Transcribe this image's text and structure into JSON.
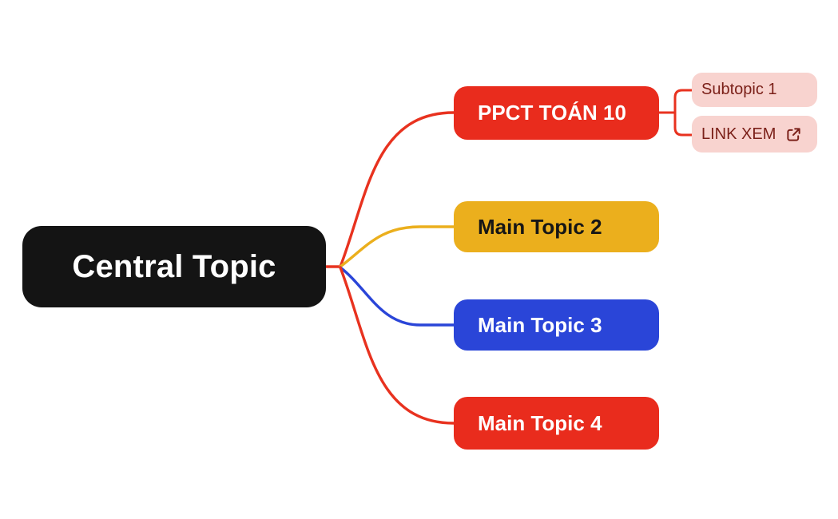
{
  "diagram": {
    "type": "mindmap",
    "background": "#ffffff",
    "central": {
      "label": "Central Topic",
      "bg": "#141414",
      "color": "#ffffff"
    },
    "topics": [
      {
        "label": "PPCT TOÁN 10",
        "bg": "#E92C1D",
        "color": "#ffffff"
      },
      {
        "label": "Main Topic 2",
        "bg": "#EBAF1D",
        "color": "#161616"
      },
      {
        "label": "Main Topic 3",
        "bg": "#2A45D8",
        "color": "#ffffff"
      },
      {
        "label": "Main Topic 4",
        "bg": "#E92C1D",
        "color": "#ffffff"
      }
    ],
    "subtopics": [
      {
        "label": "Subtopic 1",
        "bg": "#F8D3CF",
        "color": "#7B2019"
      },
      {
        "label": "LINK XEM",
        "bg": "#F8D3CF",
        "color": "#7B2019",
        "icon": "external-link-icon"
      }
    ],
    "connectors": {
      "red": "#E8321F",
      "yellow": "#EBAF1D",
      "blue": "#2A45D8"
    }
  }
}
